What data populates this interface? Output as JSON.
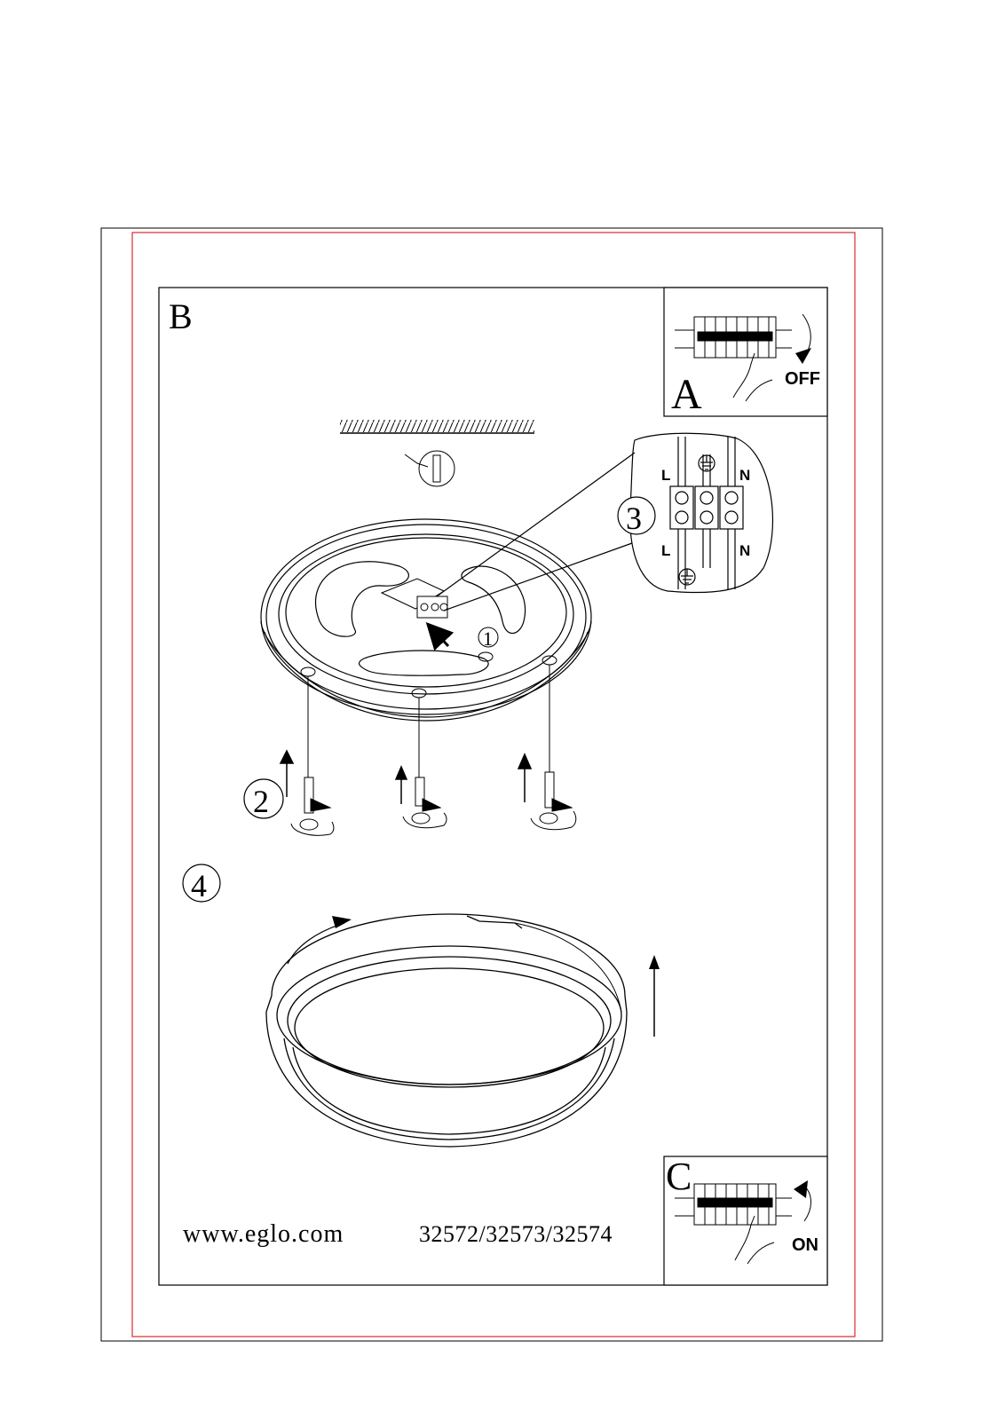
{
  "panel_labels": {
    "main": "B",
    "top_inset": "A",
    "bottom_inset": "C"
  },
  "inset_a": {
    "switch_state": "OFF"
  },
  "inset_c": {
    "switch_state": "ON"
  },
  "steps": [
    "1",
    "2",
    "3",
    "4"
  ],
  "terminal_labels": {
    "live_top": "L",
    "neutral_top": "N",
    "live_bottom": "L",
    "neutral_bottom": "N"
  },
  "footer": {
    "website": "www.eglo.com",
    "models": "32572/32573/32574"
  },
  "colors": {
    "outer_border": "#000000",
    "inner_border": "#d00000",
    "line": "#000000"
  },
  "icons": [
    "ground-symbol",
    "screw-icon",
    "wall-plug-icon",
    "hand-icon",
    "arrow-icon",
    "circuit-breaker-icon"
  ]
}
